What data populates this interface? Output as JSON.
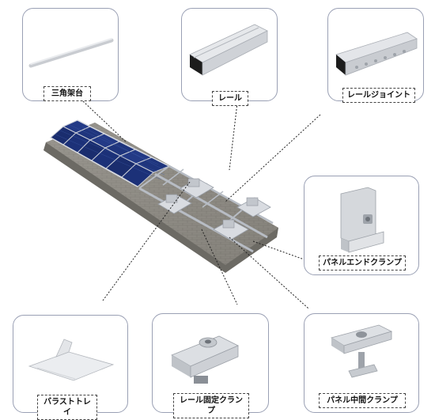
{
  "components": {
    "triangle_frame": "三角架台",
    "rail": "レール",
    "rail_joint": "レールジョイント",
    "panel_end_clamp": "パネルエンドクランプ",
    "ballast_tray": "バラストトレイ",
    "rail_fix_clamp": "レール固定クランプ",
    "panel_mid_clamp": "パネル中間クランプ"
  }
}
